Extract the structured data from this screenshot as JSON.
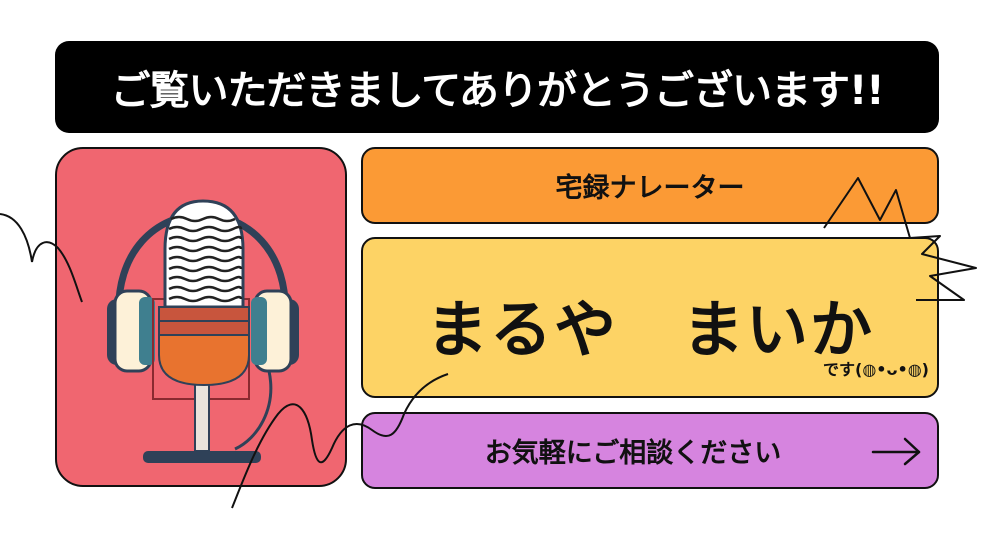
{
  "banner": {
    "text": "ご覧いただきましてありがとうございます!!"
  },
  "role": {
    "label": "宅録ナレーター"
  },
  "name": {
    "text": "まるや　まいか",
    "suffix": "です(◍•ᴗ•◍)"
  },
  "cta": {
    "label": "お気軽にご相談ください",
    "icon": "arrow-right-icon"
  },
  "colors": {
    "banner_bg": "#000000",
    "mic_card_bg": "#f06670",
    "role_bg": "#fb9a35",
    "name_bg": "#fdd365",
    "cta_bg": "#d684df"
  }
}
